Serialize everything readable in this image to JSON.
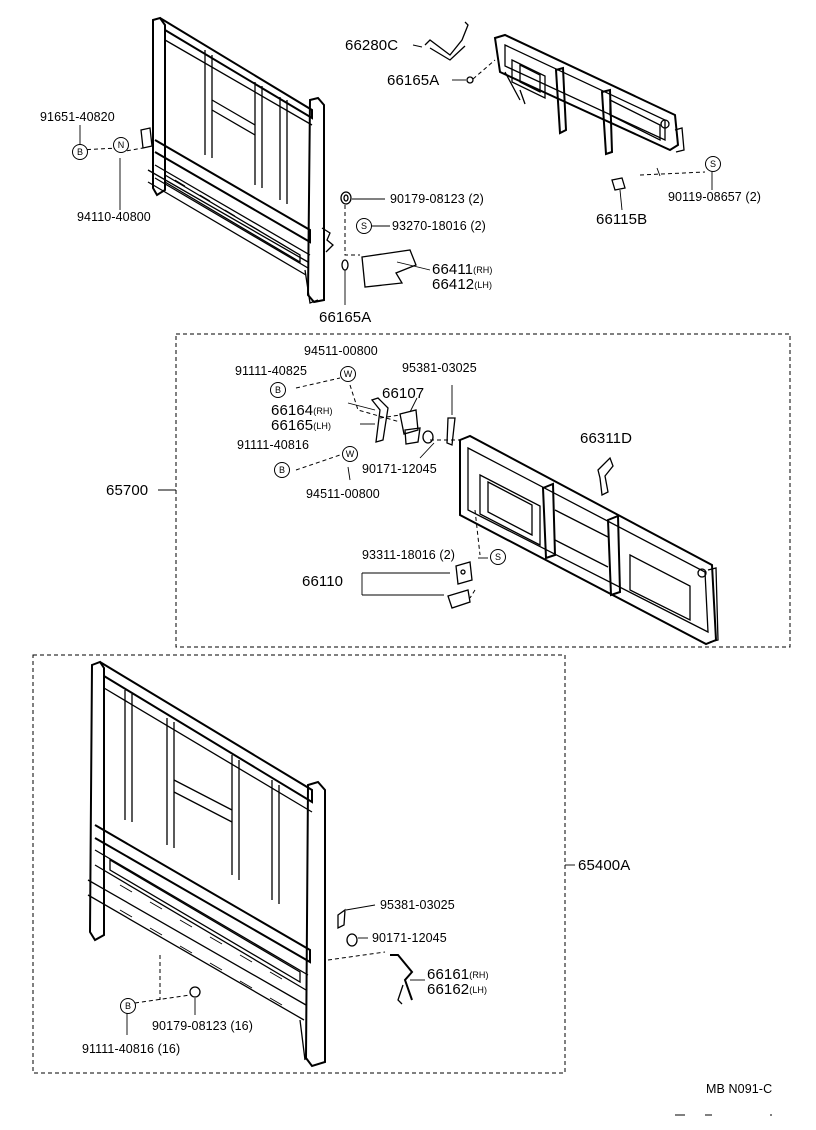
{
  "labels": {
    "p66280C": "66280C",
    "p66165A_top": "66165A",
    "p91651": "91651-40820",
    "p94110": "94110-40800",
    "p90179_top": "90179-08123 (2)",
    "p93270": "93270-18016 (2)",
    "p66411": "66411",
    "p66412": "66412",
    "p66165A_bottom": "66165A",
    "p90119": "90119-08657 (2)",
    "p66115B": "66115B",
    "p94511_top": "94511-00800",
    "p91111_40825": "91111-40825",
    "p95381_top": "95381-03025",
    "p66107": "66107",
    "p66164": "66164",
    "p66165": "66165",
    "p91111_40816_mid": "91111-40816",
    "p90171_mid": "90171-12045",
    "p94511_bottom": "94511-00800",
    "p66311D": "66311D",
    "p65700": "65700",
    "p93311": "93311-18016 (2)",
    "p66110": "66110",
    "p65400A": "65400A",
    "p95381_bottom": "95381-03025",
    "p90171_bottom": "90171-12045",
    "p66161": "66161",
    "p66162": "66162",
    "p90179_bottom": "90179-08123 (16)",
    "p91111_40816_bottom": "91111-40816 (16)",
    "code": "MB  N091-C"
  },
  "side": {
    "rh": "(RH)",
    "lh": "(LH)"
  },
  "symbols": {
    "bolt": "B",
    "nut": "N",
    "screw": "S",
    "washer": "W"
  }
}
